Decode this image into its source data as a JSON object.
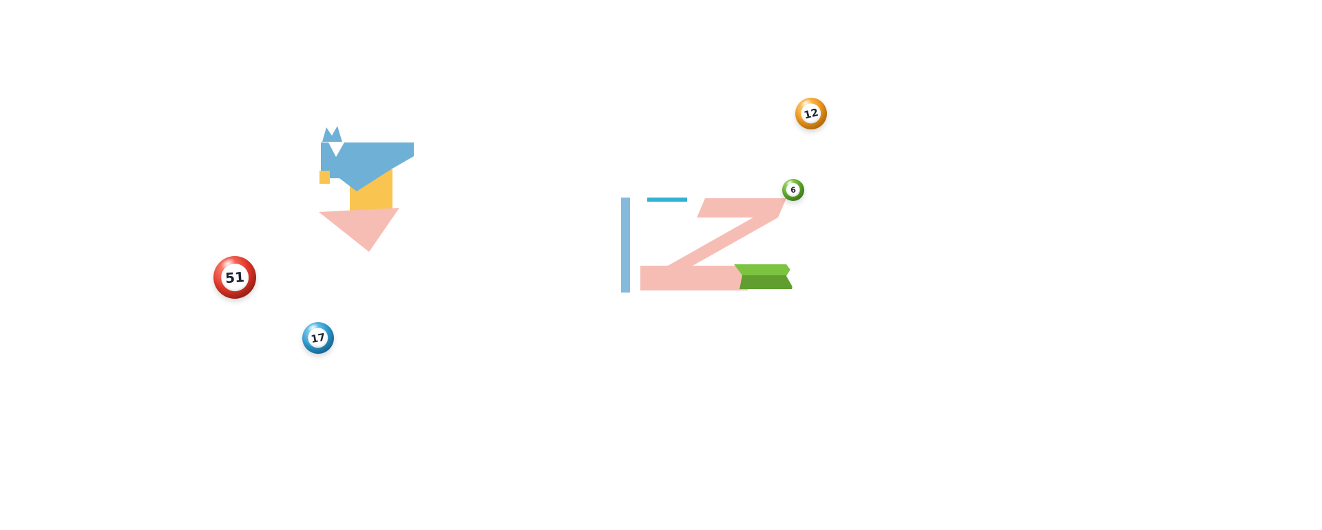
{
  "page": {
    "background_color": "#ffffff"
  },
  "colors": {
    "white": "#ffffff",
    "shape_blue": "#6fb0d6",
    "shape_yellow": "#f9c450",
    "shape_pink": "#f6bdb5",
    "bar_blue": "#85badb",
    "teal": "#30b2d3",
    "green_light": "#7cc342",
    "green_dark": "#5f9e2f"
  },
  "balls": [
    {
      "number": "51",
      "color_name": "red",
      "main": "#e6382b",
      "dark": "#9e1a10",
      "light": "#ff9183",
      "number_color": "#1c2230"
    },
    {
      "number": "17",
      "color_name": "blue",
      "main": "#2f9fd6",
      "dark": "#11669c",
      "light": "#93d7f4",
      "number_color": "#1c2230"
    },
    {
      "number": "12",
      "color_name": "orange",
      "main": "#f59c1d",
      "dark": "#bf6e06",
      "light": "#ffd079",
      "number_color": "#1c2230"
    },
    {
      "number": "6",
      "color_name": "green",
      "main": "#63b42f",
      "dark": "#3a7d12",
      "light": "#abe273",
      "number_color": "#1c2230"
    }
  ]
}
